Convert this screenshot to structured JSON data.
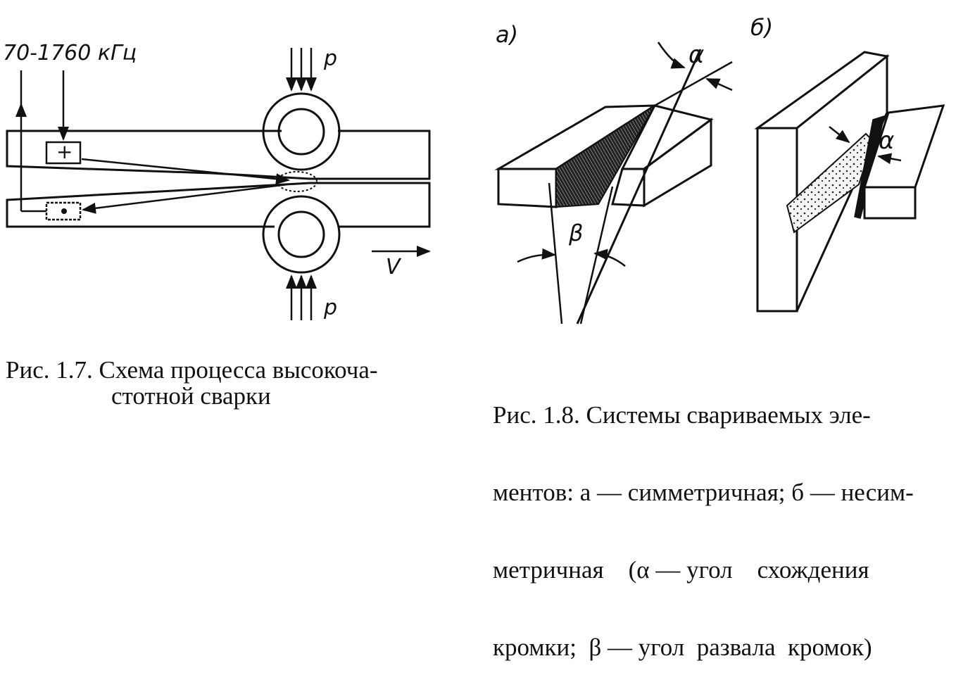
{
  "figure_1_7": {
    "frequency_label": "70-1760 кГц",
    "pressure_top": "p",
    "pressure_bottom": "p",
    "velocity_label": "V",
    "plus_symbol": "+",
    "caption_line1": "Рис. 1.7. Схема процесса высокоча-",
    "caption_line2": "стотной сварки"
  },
  "figure_1_8": {
    "panel_a_label": "а)",
    "panel_b_label": "б)",
    "alpha_a": "α",
    "beta_a": "β",
    "alpha_b": "α",
    "caption_line1": "Рис. 1.8. Системы свариваемых эле-",
    "caption_line2": "ментов: а — симметричная; б — несим-",
    "caption_line3": "метричная    (α — угол    схождения",
    "caption_line4": "кромки;  β — угол  развала  кромок)"
  }
}
